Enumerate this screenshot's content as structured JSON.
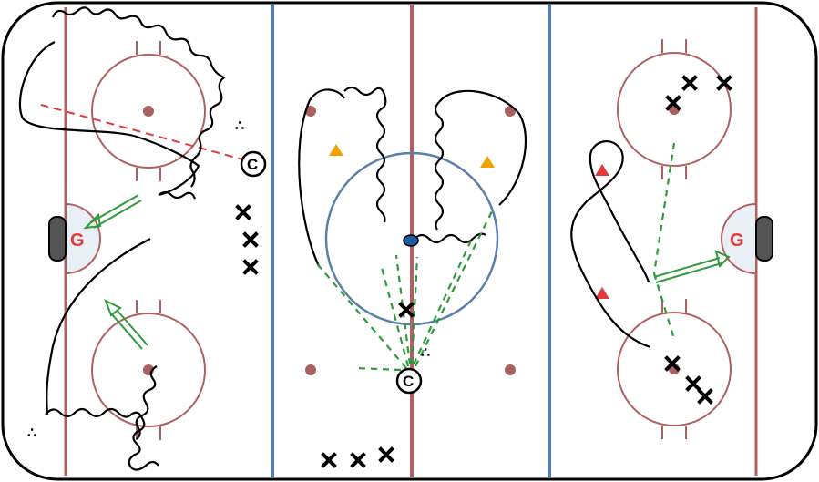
{
  "rink": {
    "board_color": "#000000",
    "red_line_color": "#b06060",
    "blue_line_color": "#4f7fb3",
    "circle_color": "#b06060",
    "center_circle_color": "#5b7fa8",
    "dot_color": "#a86060"
  },
  "goalies": [
    {
      "label": "G",
      "side": "left"
    },
    {
      "label": "G",
      "side": "right"
    }
  ],
  "coaches": [
    {
      "label": "C",
      "zone": "left"
    },
    {
      "label": "C",
      "zone": "neutral"
    }
  ],
  "markers": {
    "player_symbol": "×",
    "defender_symbol": "▲",
    "pucks_symbol": "∴",
    "pass_color": "#2e9a3a",
    "defender_orange": "#f0a000",
    "defender_red": "#e23b3b"
  }
}
